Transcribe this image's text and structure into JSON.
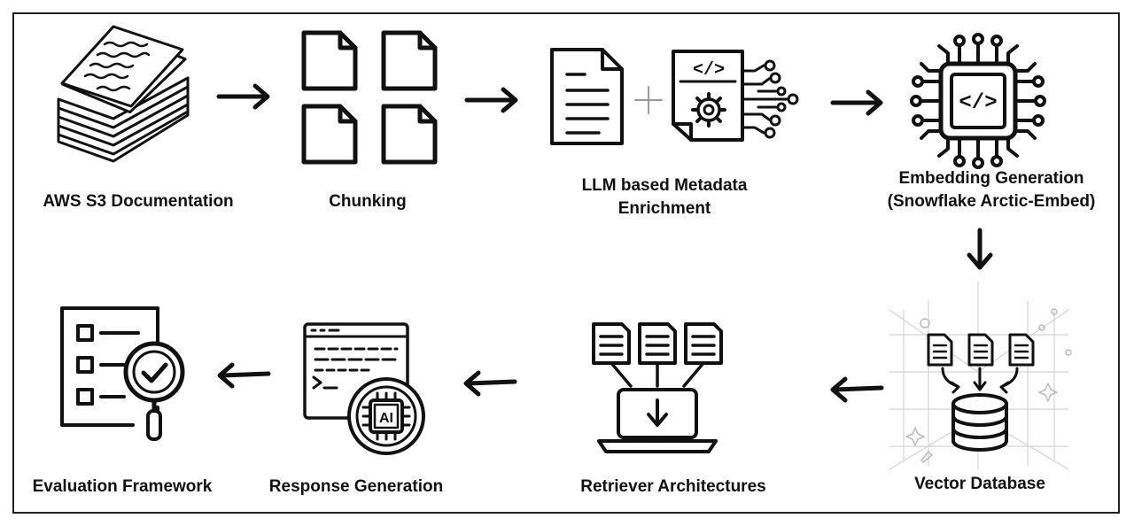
{
  "diagram": {
    "steps": [
      {
        "id": "aws",
        "label": "AWS S3 Documentation",
        "icon": "paper-stack-icon"
      },
      {
        "id": "chunk",
        "label": "Chunking",
        "icon": "document-chunks-icon"
      },
      {
        "id": "llm",
        "label_line1": "LLM based Metadata",
        "label_line2": "Enrichment",
        "icon": "document-plus-code-icon"
      },
      {
        "id": "embed",
        "label_line1": "Embedding Generation",
        "label_line2": "(Snowflake Arctic-Embed)",
        "icon": "chip-code-icon"
      },
      {
        "id": "vector",
        "label": "Vector Database",
        "icon": "vector-database-icon"
      },
      {
        "id": "retriever",
        "label": "Retriever Architectures",
        "icon": "laptop-retrieval-icon"
      },
      {
        "id": "response",
        "label": "Response Generation",
        "icon": "ai-terminal-icon"
      },
      {
        "id": "eval",
        "label": "Evaluation Framework",
        "icon": "checklist-magnifier-icon"
      }
    ],
    "icon_text": {
      "code_tag": "</>",
      "ai_chip": "AI"
    }
  }
}
